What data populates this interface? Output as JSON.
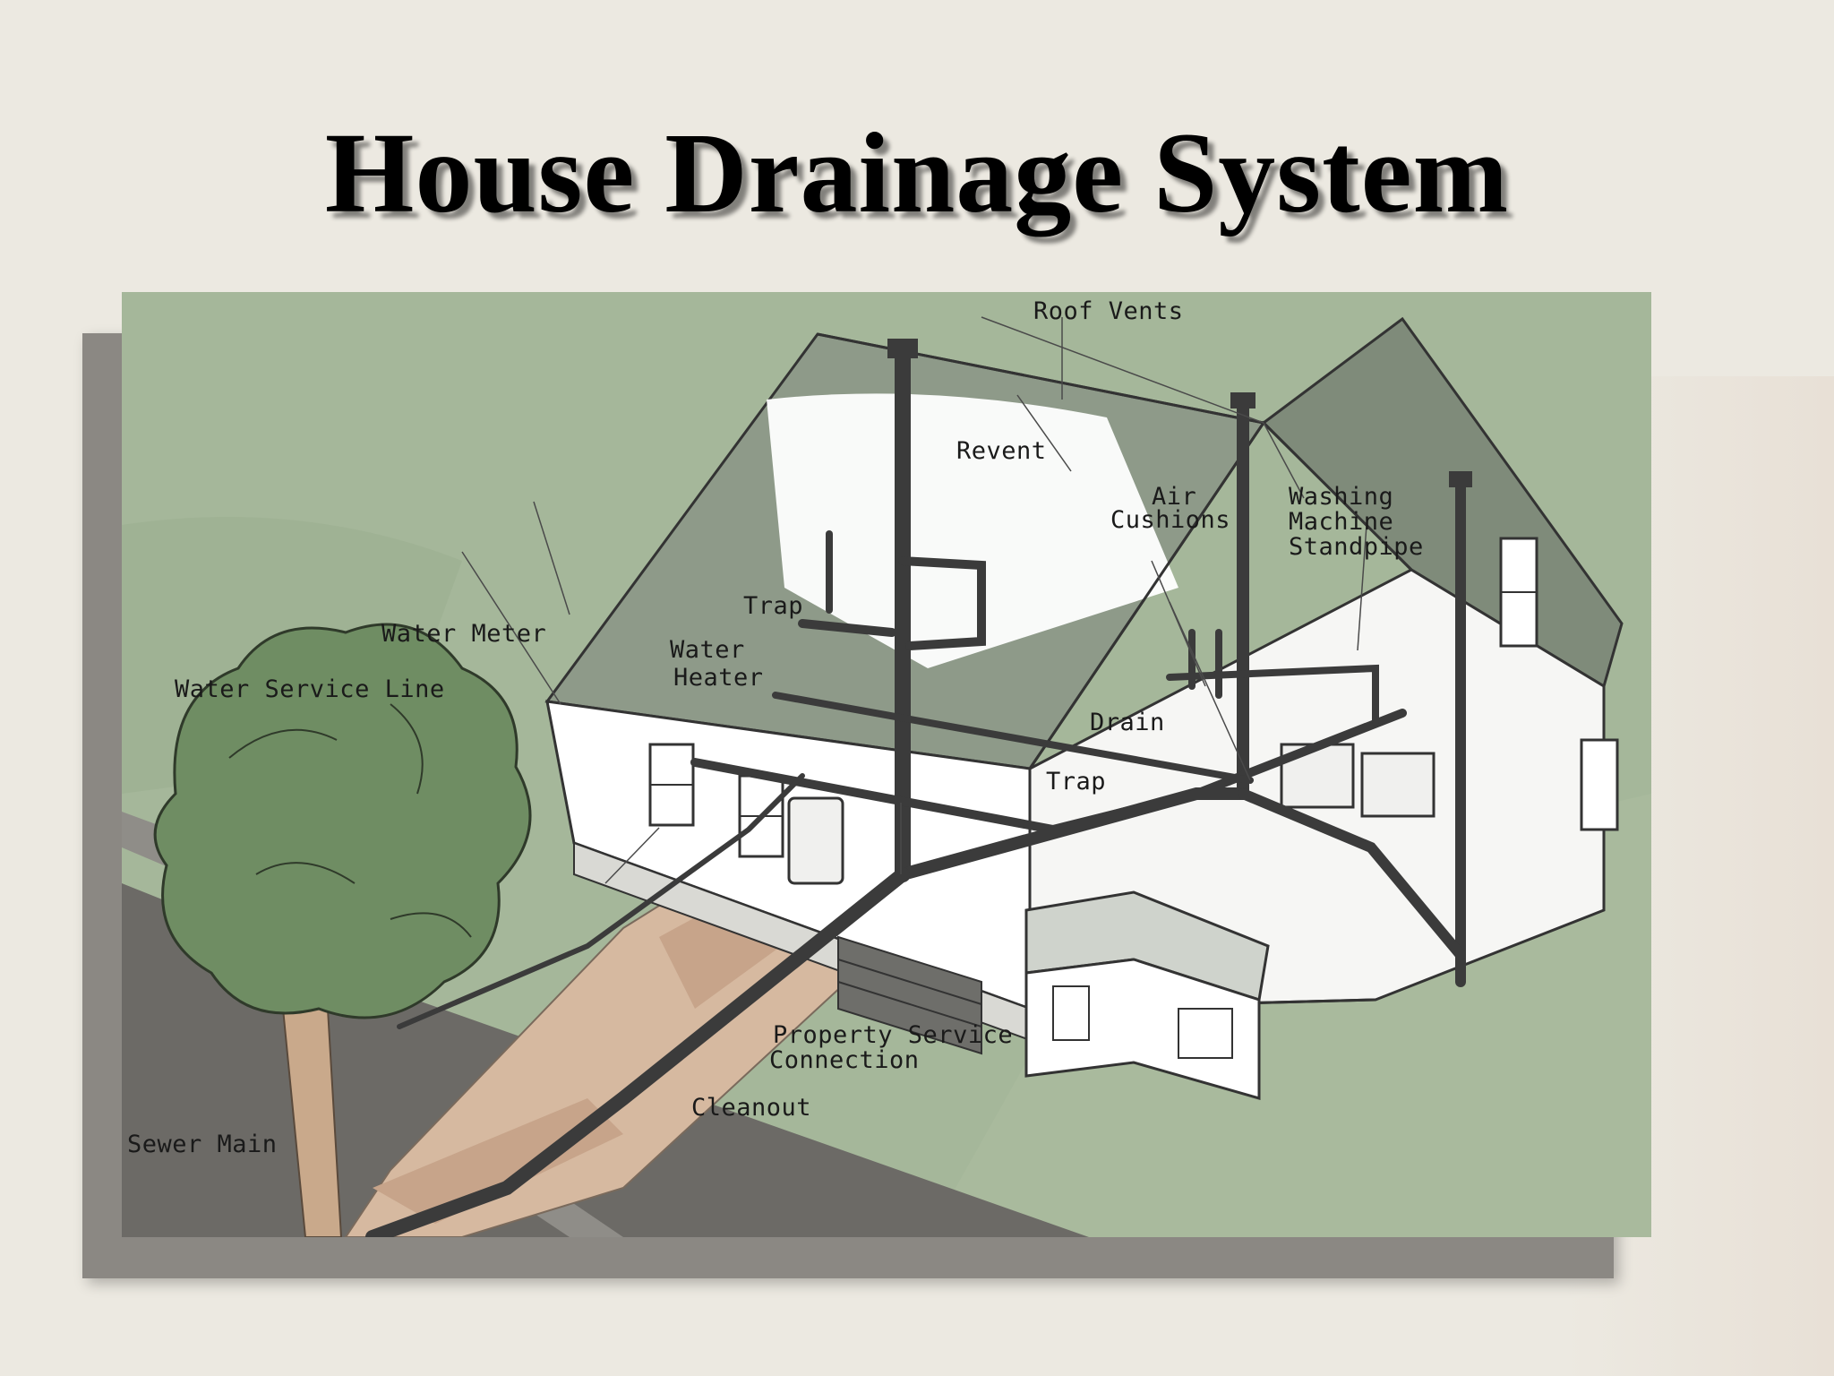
{
  "slide": {
    "title": "House Drainage System"
  },
  "diagram": {
    "labels": {
      "roof_vents": "Roof Vents",
      "revent": "Revent",
      "air_cushions_1": "Air",
      "air_cushions_2": "Cushions",
      "washing_machine_1": "Washing",
      "washing_machine_2": "Machine",
      "washing_machine_3": "Standpipe",
      "trap_upper": "Trap",
      "water_meter": "Water Meter",
      "water_heater_1": "Water",
      "water_heater_2": "Heater",
      "water_service_line": "Water Service Line",
      "drain": "Drain",
      "trap_lower": "Trap",
      "property_service_1": "Property Service",
      "property_service_2": "Connection",
      "cleanout": "Cleanout",
      "sewer_main": "Sewer Main"
    }
  },
  "colors": {
    "background": "#ece9e1",
    "lawn": "#a5b79a",
    "house_wall": "#ffffff",
    "roof": "#8e9a89",
    "pipe": "#3b3b3b",
    "tree": "#6f8d63",
    "soil": "#d6b9a0",
    "street": "#6c6a66"
  }
}
